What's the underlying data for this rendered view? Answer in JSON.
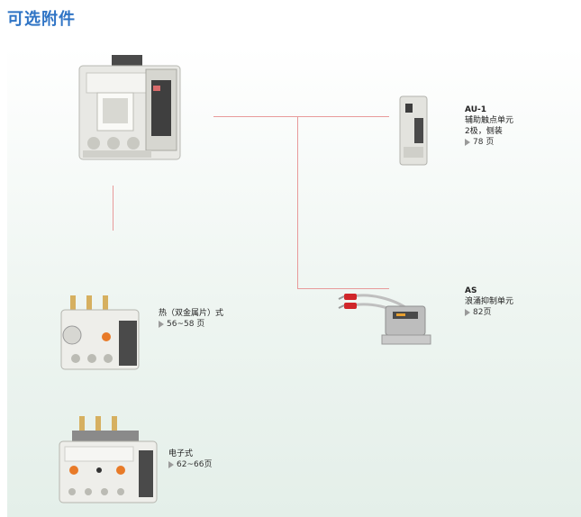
{
  "page": {
    "title": "可选附件"
  },
  "accessories": [
    {
      "id": "au1",
      "code": "AU-1",
      "lines": [
        "辅助触点单元",
        "2极，侧装"
      ],
      "page_ref": "78 页"
    },
    {
      "id": "as",
      "code": "AS",
      "lines": [
        "浪涌抑制单元"
      ],
      "page_ref": "82页"
    },
    {
      "id": "thermal",
      "code": "",
      "lines": [
        "热（双金属片）式"
      ],
      "page_ref": "56~58 页"
    },
    {
      "id": "electronic",
      "code": "",
      "lines": [
        "电子式"
      ],
      "page_ref": "62~66页"
    }
  ],
  "colors": {
    "title": "#2f74c5",
    "connector": "#e89a9a"
  }
}
